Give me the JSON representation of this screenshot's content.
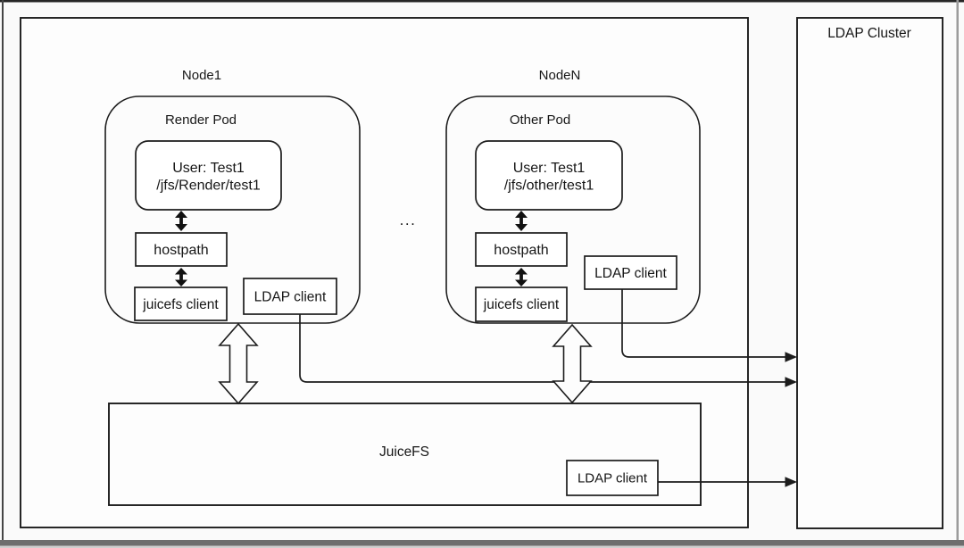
{
  "diagram": {
    "ldap_cluster": {
      "label": "LDAP Cluster"
    },
    "nodes": [
      {
        "label": "Node1",
        "pod": {
          "label": "Render Pod",
          "user_line1": "User: Test1",
          "user_line2": "/jfs/Render/test1",
          "hostpath_label": "hostpath",
          "juicefs_client_label": "juicefs client",
          "ldap_client_label": "LDAP client"
        }
      },
      {
        "label": "NodeN",
        "pod": {
          "label": "Other Pod",
          "user_line1": "User: Test1",
          "user_line2": "/jfs/other/test1",
          "hostpath_label": "hostpath",
          "juicefs_client_label": "juicefs client",
          "ldap_client_label": "LDAP client"
        }
      }
    ],
    "ellipsis": "...",
    "juicefs": {
      "label": "JuiceFS",
      "ldap_client_label": "LDAP client"
    },
    "colors": {
      "stroke": "#1c1c1c",
      "box_fill": "#ffffff",
      "canvas": "#fafafa",
      "frame_top": "#252525",
      "frame_bottom": "#6e6e6e"
    }
  }
}
